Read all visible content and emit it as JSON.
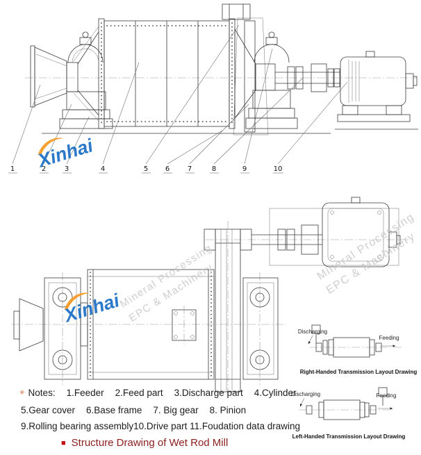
{
  "brand": {
    "name": "Xinhai",
    "tagline1": "Mineral Processing",
    "tagline2": "EPC & Machinery"
  },
  "diagram": {
    "part_numbers": [
      "1",
      "2",
      "3",
      "4",
      "5",
      "6",
      "7",
      "8",
      "9",
      "10"
    ]
  },
  "transmission": {
    "right": {
      "discharging": "Discharging",
      "feeding": "Feeding",
      "caption": "Right-Handed Transmission Layout Drawing"
    },
    "left": {
      "discharging": "Discharging",
      "feeding": "Feeding",
      "caption": "Left-Handed Transmission Layout Drawing"
    }
  },
  "notes": {
    "marker": "✳",
    "label": "Notes:",
    "row1": [
      "1.Feeder",
      "2.Feed part",
      "3.Discharge part",
      "4.Cylinder"
    ],
    "row2": [
      "5.Gear cover",
      "6.Base frame",
      "7. Big gear",
      "8. Pinion"
    ],
    "row3": [
      "9.Rolling bearing assembly10.Drive part 11.Foudation data drawing"
    ]
  },
  "title": {
    "bullet": "■",
    "text": "Structure Drawing of Wet Rod Mill"
  },
  "colors": {
    "line": "#3a3a3a",
    "brand_blue": "#1a6ec5",
    "brand_orange": "#f59a23",
    "watermark_gray": "#c9c9c9",
    "title_red": "#8b1d1d",
    "bullet_red": "#c41212"
  }
}
